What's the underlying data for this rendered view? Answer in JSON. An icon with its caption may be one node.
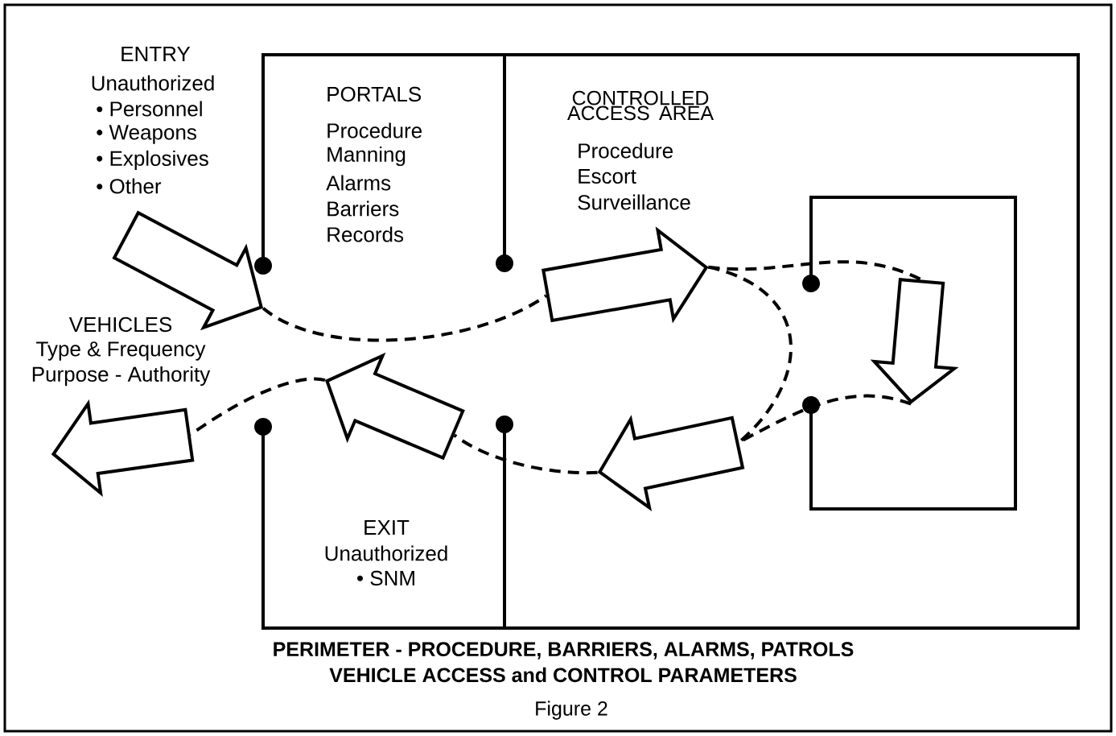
{
  "diagram": {
    "caption": "Figure 2",
    "nodes": [
      {
        "text": [],
        "shape": "arrow"
      },
      {
        "text": [],
        "shape": "arrow"
      },
      {
        "text": [],
        "shape": "arrow"
      },
      {
        "text": [],
        "shape": "arrow"
      },
      {
        "text": [],
        "shape": "arrow"
      },
      {
        "text": [],
        "shape": "arrow"
      }
    ],
    "edges": [
      {
        "from": 0,
        "to": 1,
        "arrow": "none",
        "style": "dashed"
      },
      {
        "from": 1,
        "to": 2,
        "arrow": "none",
        "style": "dashed"
      },
      {
        "from": 1,
        "to": 3,
        "arrow": "none",
        "style": "dashed"
      },
      {
        "from": 2,
        "to": 3,
        "arrow": "none",
        "style": "dashed"
      },
      {
        "from": 3,
        "to": 4,
        "arrow": "none",
        "style": "dashed"
      },
      {
        "from": 4,
        "to": 5,
        "arrow": "none",
        "style": "dashed"
      }
    ],
    "labels": [
      "ENTRY",
      "Unauthorized",
      "• Personnel",
      "• Weapons",
      "• Explosives",
      "• Other",
      "PORTALS",
      "Procedure",
      "Manning",
      "Alarms",
      "Barriers",
      "Records",
      "CONTROLLED ACCESS AREA",
      "Procedure",
      "Escort",
      "Surveillance",
      "VEHICLES",
      "Type & Frequency",
      "Purpose - Authority",
      "EXIT",
      "Unauthorized",
      "• SNM",
      "PERIMETER - PROCEDURE, BARRIERS, ALARMS, PATROLS",
      "VEHICLE ACCESS and CONTROL PARAMETERS"
    ]
  }
}
